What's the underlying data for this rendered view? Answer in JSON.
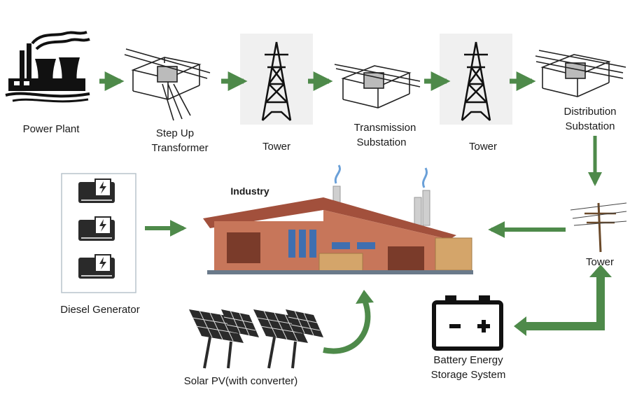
{
  "nodes": {
    "power_plant": {
      "label": "Power Plant"
    },
    "step_up": {
      "label_line1": "Step Up",
      "label_line2": "Transformer"
    },
    "tower1": {
      "label": "Tower"
    },
    "transmission": {
      "label_line1": "Transmission",
      "label_line2": "Substation"
    },
    "tower2": {
      "label": "Tower"
    },
    "distribution": {
      "label_line1": "Distribution",
      "label_line2": "Substation"
    },
    "tower3": {
      "label": "Tower"
    },
    "industry": {
      "label": "Industry"
    },
    "diesel": {
      "label": "Diesel Generator"
    },
    "solar": {
      "label": "Solar PV(with converter)"
    },
    "battery": {
      "label_line1": "Battery Energy",
      "label_line2": "Storage System"
    }
  },
  "colors": {
    "arrow": "#4e8a4a",
    "wall": "#c7765a",
    "roof": "#a2503c",
    "window": "#3f6fb0",
    "crate": "#d4a56a",
    "door": "#7a3b2a"
  }
}
